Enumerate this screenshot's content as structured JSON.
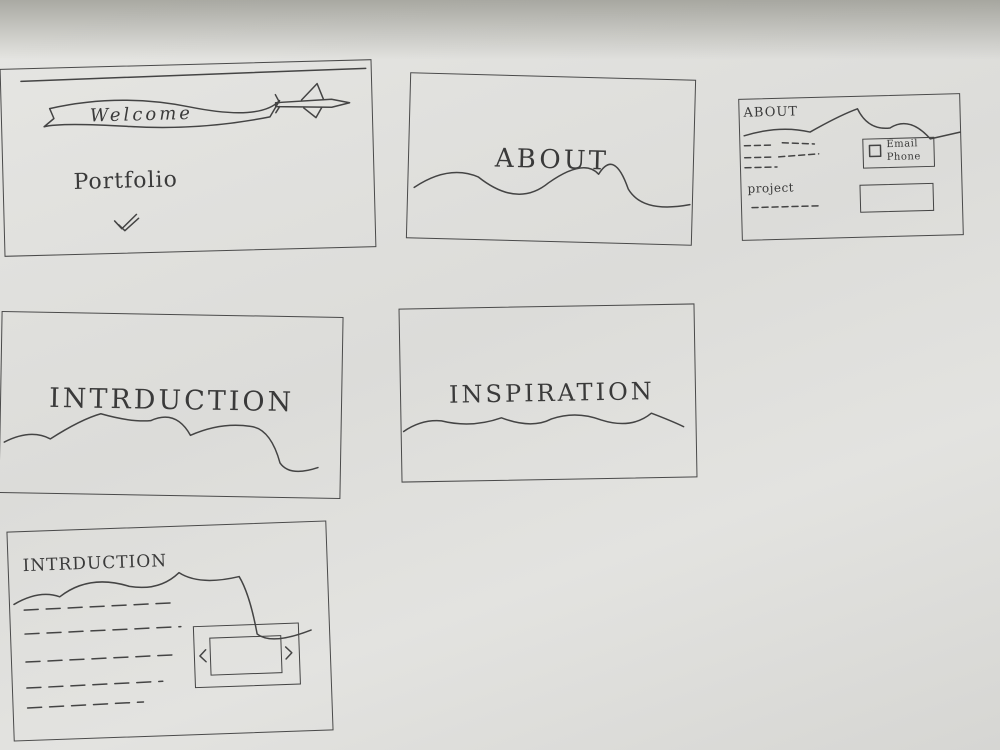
{
  "frames": {
    "welcome": {
      "banner": "Welcome",
      "subtitle": "Portfolio"
    },
    "about": {
      "title": "ABOUT"
    },
    "about_detail": {
      "title": "ABOUT",
      "email": "Email",
      "phone": "Phone",
      "project": "project"
    },
    "introduction": {
      "title": "INTRDUCTION"
    },
    "inspiration": {
      "title": "INSPIRATION"
    },
    "introduction_detail": {
      "title": "INTRDUCTION"
    }
  },
  "icons": [
    "airplane-icon",
    "checkmark-icon",
    "chevron-left-icon",
    "chevron-right-icon",
    "checkbox-icon"
  ],
  "colors": {
    "paper": "#e2e2df",
    "pencil": "#444444"
  }
}
